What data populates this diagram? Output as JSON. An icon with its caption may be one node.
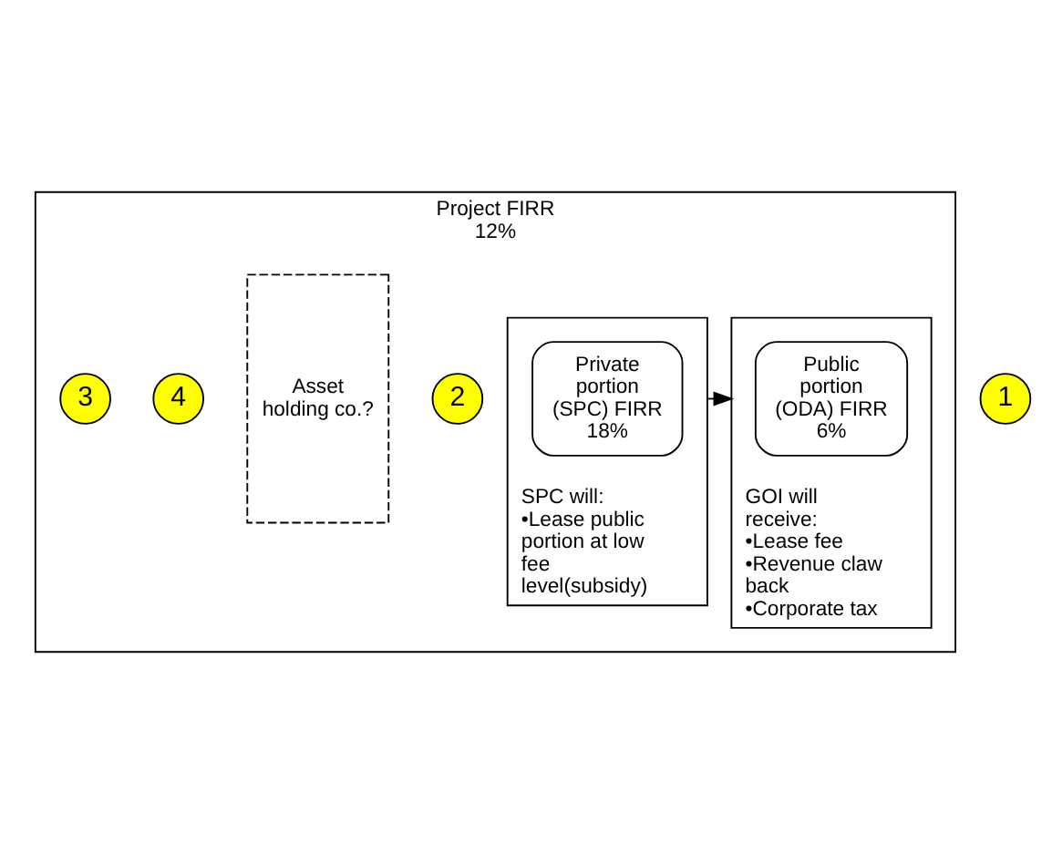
{
  "diagram": {
    "nodes": [
      {
        "text": [
          "Project FIRR 12%"
        ]
      },
      {
        "text": [
          "1"
        ]
      },
      {
        "text": [
          "GOI will receive: •Lease fee •Revenue claw back •Corporate tax"
        ],
        "in": 0
      },
      {
        "text": [
          "Public portion (ODA) FIRR 6%"
        ],
        "in": 2
      },
      {
        "text": [
          "2"
        ],
        "in": 0
      },
      {
        "text": [
          "Asset holding co.?"
        ],
        "in": 0
      },
      {
        "text": [
          "4"
        ],
        "in": 0
      },
      {
        "text": [
          "SPC will: •Lease public portion at low fee level(subsidy)"
        ],
        "in": 0
      },
      {
        "text": [
          "Private portion (SPC) FIRR 18%"
        ],
        "in": 7
      },
      {
        "text": [
          "3"
        ],
        "in": 0
      }
    ],
    "edges": [
      {
        "from": 7,
        "to": 2,
        "arrow": "to"
      }
    ]
  }
}
